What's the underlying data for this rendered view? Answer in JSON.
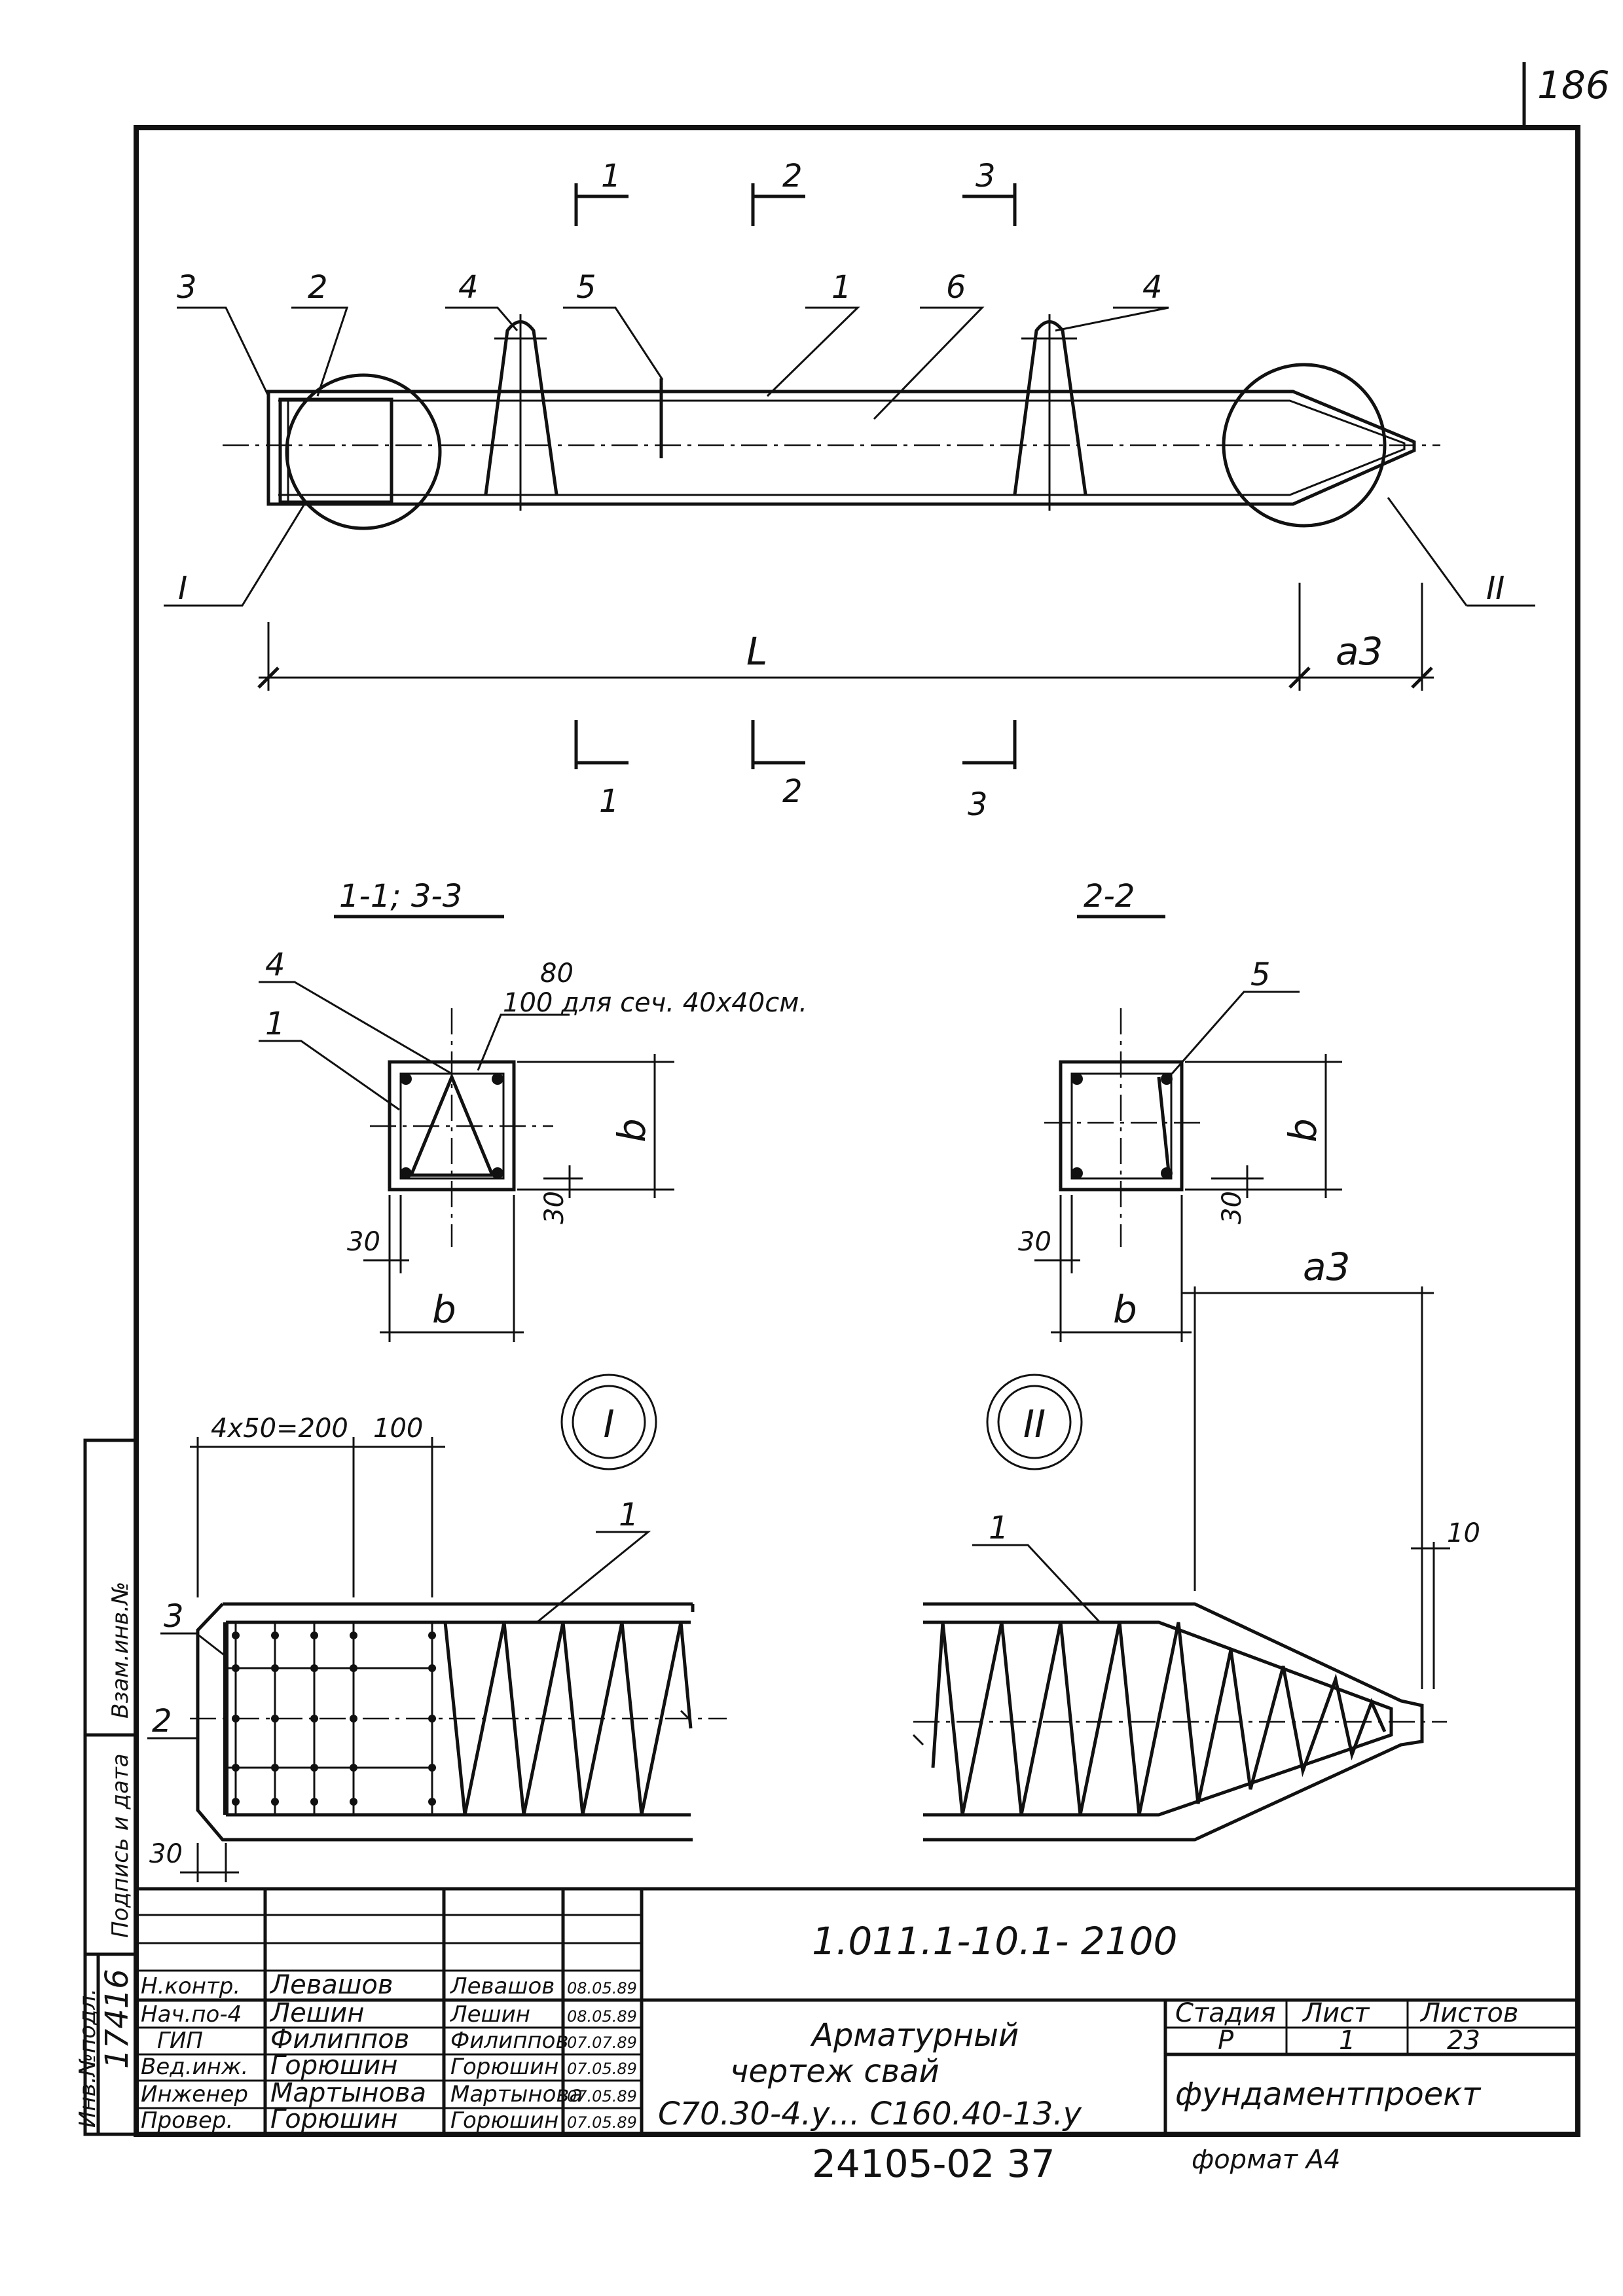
{
  "sheet": {
    "page_number": "186",
    "drawing_code": "1.011.1-10.1- 2100",
    "title_line1": "Арматурный",
    "title_line2": "чертеж свай",
    "title_line3": "С70.30-4.у... С160.40-13.у",
    "stage_label": "Стадия",
    "sheet_label": "Лист",
    "sheets_label": "Листов",
    "stage_value": "Р",
    "sheet_value": "1",
    "sheets_value": "23",
    "organization": "фундаментпроект",
    "archive_number": "24105-02   37",
    "format": "формат А4"
  },
  "side_stamp": {
    "inv_original": "Инв.№подл.",
    "inv_original_value": "17416",
    "signature_date": "Подпись и дата",
    "replacement_inv": "Взам.инв.№"
  },
  "signers": [
    {
      "role": "Н.контр.",
      "name": "Левашов",
      "date": "08.05.89"
    },
    {
      "role": "Нач.по-4",
      "name": "Лешин",
      "date": "08.05.89"
    },
    {
      "role": "ГИП",
      "name": "Филиппов",
      "date": "07.07.89"
    },
    {
      "role": "Вед.инж.",
      "name": "Горюшин",
      "date": "07.05.89"
    },
    {
      "role": "Инженер",
      "name": "Мартынова",
      "date": "07.05.89"
    },
    {
      "role": "Провер.",
      "name": "Горюшин",
      "date": "07.05.89"
    }
  ],
  "main_view": {
    "positions": [
      "3",
      "2",
      "4",
      "5",
      "1",
      "6",
      "4"
    ],
    "section_marks": [
      "1",
      "2",
      "3"
    ],
    "node_I": "I",
    "node_II": "II",
    "dim_length": "L",
    "dim_tip": "a3"
  },
  "section_11": {
    "title": "1-1; 3-3",
    "pos_4": "4",
    "pos_1": "1",
    "dim_80": "80",
    "note": "100 для сеч. 40х40см.",
    "dim_b": "b",
    "dim_30a": "30",
    "dim_30b": "30"
  },
  "section_22": {
    "title": "2-2",
    "pos_5": "5",
    "dim_b": "b",
    "dim_30a": "30",
    "dim_30b": "30"
  },
  "node_I": {
    "mark": "I",
    "dim_spacing": "4х50=200",
    "dim_100": "100",
    "pos_1": "1",
    "pos_3": "3",
    "pos_2": "2",
    "dim_30": "30"
  },
  "node_II": {
    "mark": "II",
    "dim_a3": "a3",
    "dim_10": "10",
    "pos_1": "1"
  }
}
